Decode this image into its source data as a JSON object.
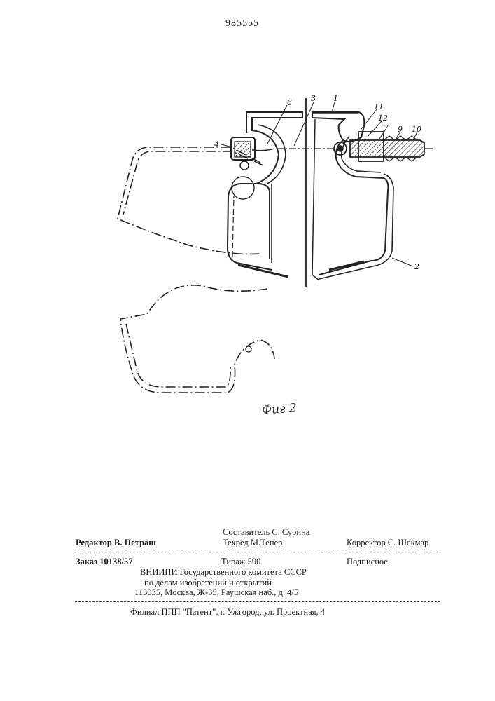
{
  "header": {
    "patent_number": "985555"
  },
  "figure": {
    "caption": "Фиг 2",
    "part_labels": [
      "1",
      "2",
      "3",
      "4",
      "6",
      "7",
      "9",
      "10",
      "11",
      "12"
    ]
  },
  "imprint": {
    "compiler": "Составитель С. Сурина",
    "editor": "Редактор В. Петраш",
    "tech_editor": "Техред М.Тепер",
    "proofreader": "Корректор С. Шекмар",
    "order": "Заказ 10138/57",
    "circulation": "Тираж 590",
    "subscription": "Подписное",
    "institute_line1": "ВНИИПИ Государственного комитета СССР",
    "institute_line2": "по делам изобретений и открытий",
    "institute_address": "113035, Москва, Ж-35, Раушская наб., д. 4/5",
    "branch": "Филиал ППП \"Патент\", г. Ужгород, ул. Проектная, 4"
  }
}
